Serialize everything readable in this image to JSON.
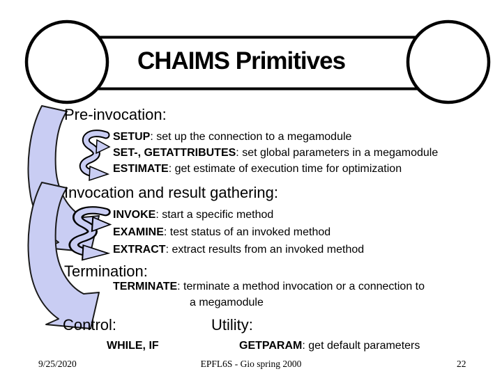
{
  "slide": {
    "title": "CHAIMS Primitives",
    "footer": {
      "date": "9/25/2020",
      "center": "EPFL6S - Gio spring 2000",
      "page": "22"
    }
  },
  "sections": [
    {
      "heading": "Pre-invocation:",
      "items": [
        {
          "keyword": "SETUP",
          "desc": ": set up the connection to a megamodule"
        },
        {
          "keyword": "SET-, GETATTRIBUTES",
          "desc": ": set global parameters in a megamodule"
        },
        {
          "keyword": "ESTIMATE",
          "desc": ": get estimate of execution time for optimization"
        }
      ]
    },
    {
      "heading": "Invocation and result gathering:",
      "items": [
        {
          "keyword": "INVOKE",
          "desc": ": start a specific method"
        },
        {
          "keyword": "EXAMINE",
          "desc": ": test status of an invoked method"
        },
        {
          "keyword": "EXTRACT",
          "desc": ": extract results from an invoked method"
        }
      ]
    },
    {
      "heading": "Termination:",
      "items": [
        {
          "keyword": "TERMINATE",
          "desc": ": terminate a method invocation or a connection to",
          "desc_cont": "a megamodule"
        }
      ]
    },
    {
      "heading": "Control:",
      "items": [
        {
          "keyword": "WHILE, IF",
          "desc": ""
        }
      ]
    },
    {
      "heading": "Utility:",
      "items": [
        {
          "keyword": "GETPARAM",
          "desc": ": get default parameters"
        }
      ]
    }
  ],
  "icons": [
    "bone-title-shape",
    "curved-flow-arrow",
    "coil-arrow"
  ],
  "colors": {
    "background": "#ffffff",
    "text": "#000000",
    "outline": "#000000",
    "arrow_fill": "#c9cdf3"
  }
}
